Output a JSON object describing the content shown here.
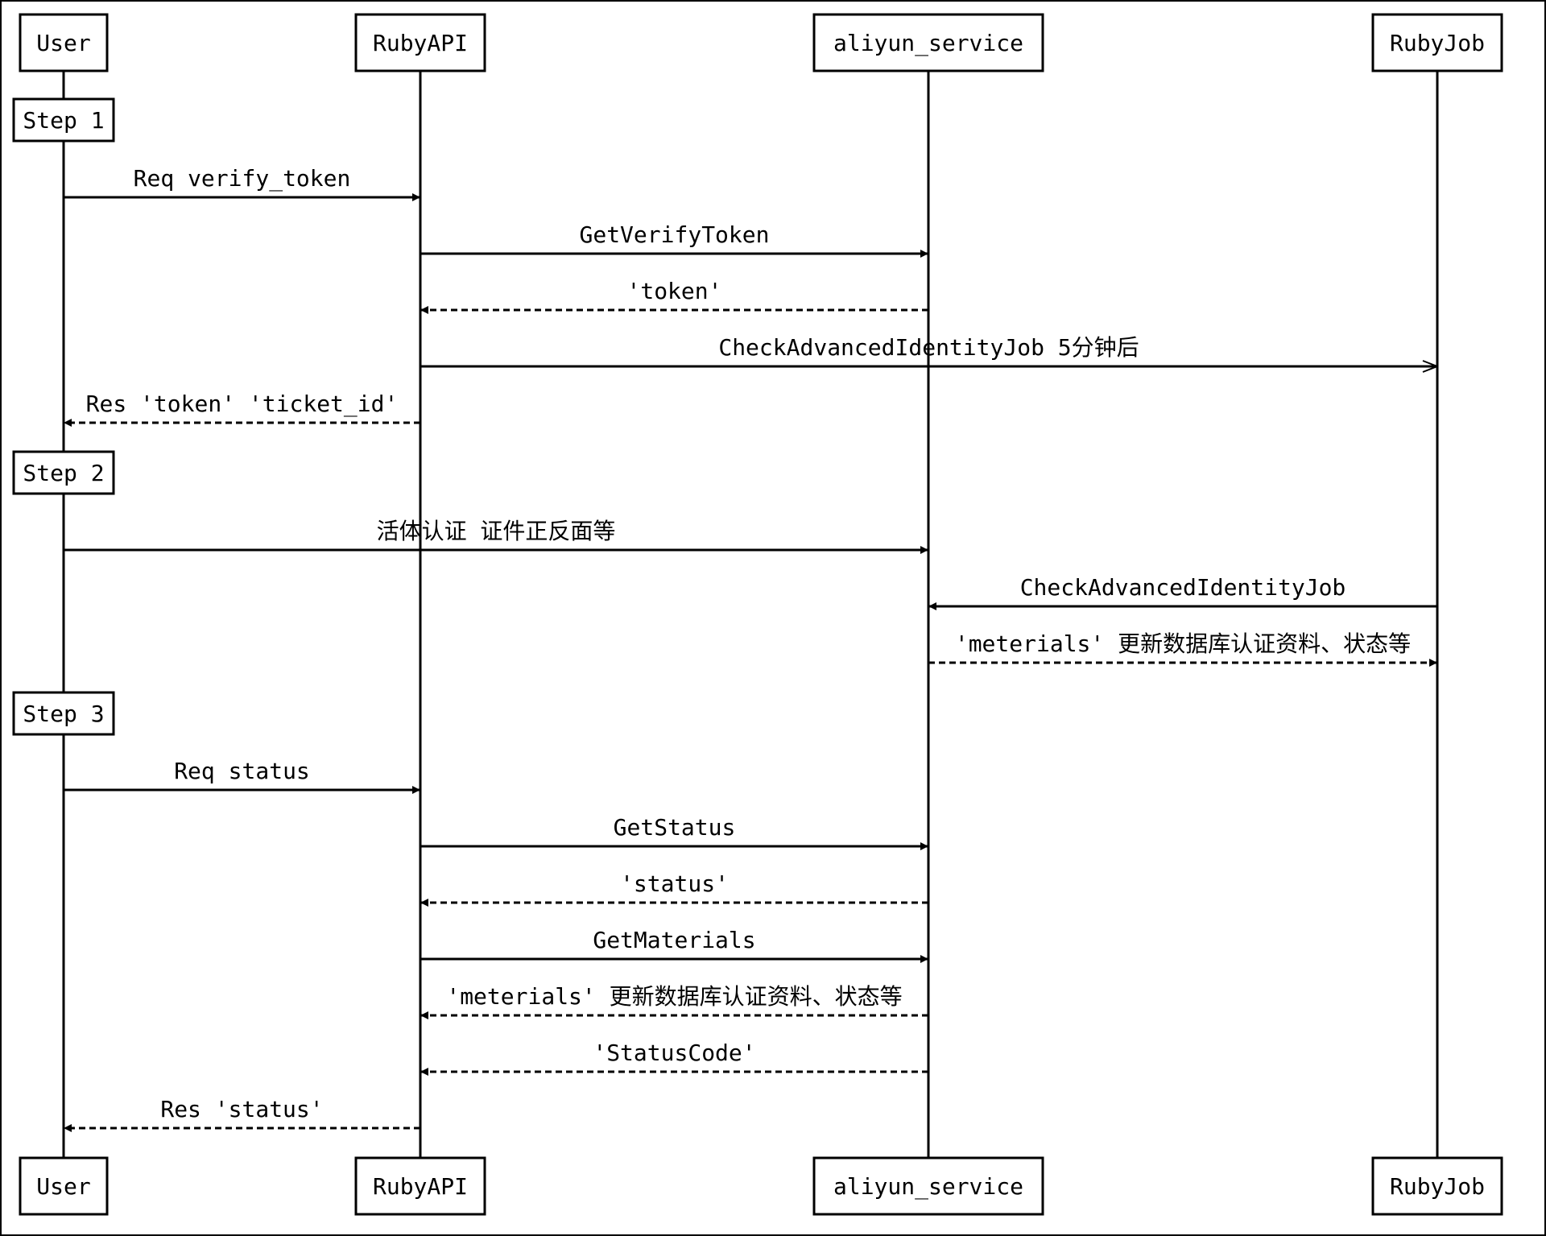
{
  "participants": [
    {
      "id": "user",
      "label": "User"
    },
    {
      "id": "rubyapi",
      "label": "RubyAPI"
    },
    {
      "id": "aliyun",
      "label": "aliyun_service"
    },
    {
      "id": "rubyjob",
      "label": "RubyJob"
    }
  ],
  "steps": [
    {
      "label": "Step 1"
    },
    {
      "label": "Step 2"
    },
    {
      "label": "Step 3"
    }
  ],
  "messages": [
    {
      "from": "user",
      "to": "rubyapi",
      "label": "Req verify_token",
      "style": "solid"
    },
    {
      "from": "rubyapi",
      "to": "aliyun",
      "label": "GetVerifyToken",
      "style": "solid"
    },
    {
      "from": "aliyun",
      "to": "rubyapi",
      "label": "'token'",
      "style": "dashed"
    },
    {
      "from": "rubyapi",
      "to": "rubyjob",
      "label": "CheckAdvancedIdentityJob 5分钟后",
      "style": "async"
    },
    {
      "from": "rubyapi",
      "to": "user",
      "label": "Res 'token' 'ticket_id'",
      "style": "dashed"
    },
    {
      "from": "user",
      "to": "aliyun",
      "label": "活体认证 证件正反面等",
      "style": "solid"
    },
    {
      "from": "rubyjob",
      "to": "aliyun",
      "label": "CheckAdvancedIdentityJob",
      "style": "solid"
    },
    {
      "from": "aliyun",
      "to": "rubyjob",
      "label": "'meterials' 更新数据库认证资料、状态等",
      "style": "dashed"
    },
    {
      "from": "user",
      "to": "rubyapi",
      "label": "Req status",
      "style": "solid"
    },
    {
      "from": "rubyapi",
      "to": "aliyun",
      "label": "GetStatus",
      "style": "solid"
    },
    {
      "from": "aliyun",
      "to": "rubyapi",
      "label": "'status'",
      "style": "dashed"
    },
    {
      "from": "rubyapi",
      "to": "aliyun",
      "label": "GetMaterials",
      "style": "solid"
    },
    {
      "from": "aliyun",
      "to": "rubyapi",
      "label": "'meterials' 更新数据库认证资料、状态等",
      "style": "dashed"
    },
    {
      "from": "aliyun",
      "to": "rubyapi",
      "label": "'StatusCode'",
      "style": "dashed"
    },
    {
      "from": "rubyapi",
      "to": "user",
      "label": "Res 'status'",
      "style": "dashed"
    }
  ]
}
